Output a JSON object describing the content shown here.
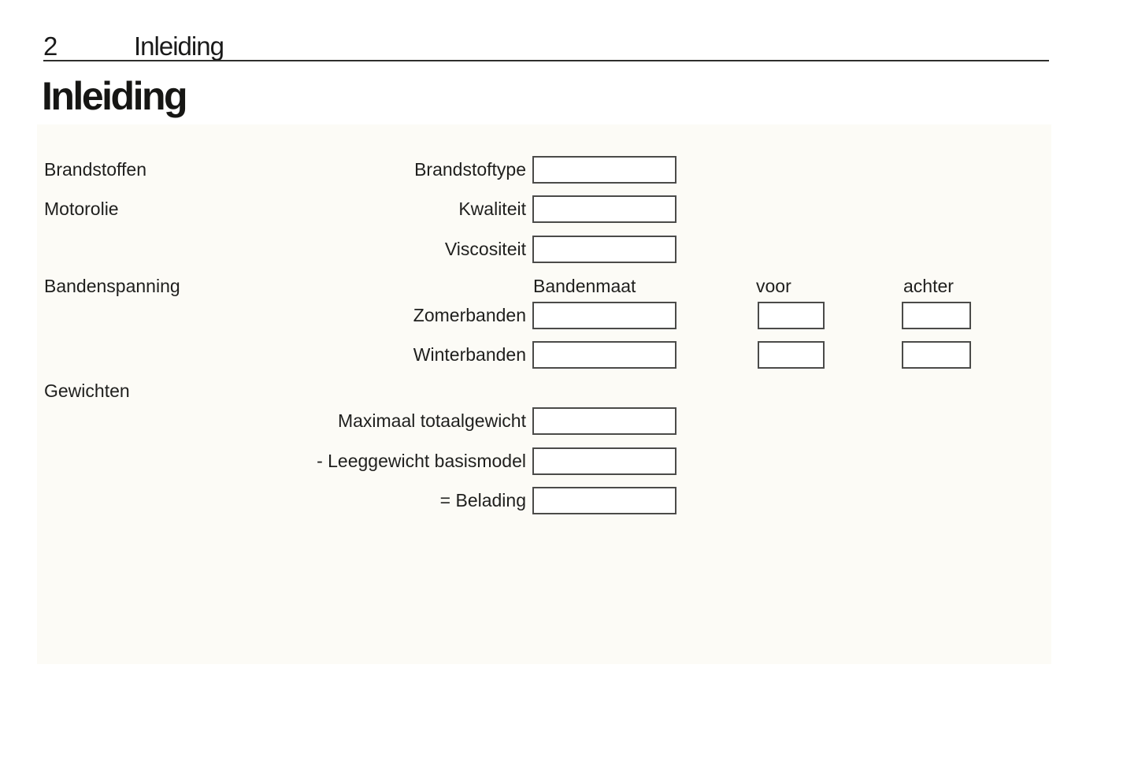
{
  "page": {
    "number": "2",
    "chapter": "Inleiding",
    "title": "Inleiding"
  },
  "colors": {
    "panel_background": "#fcfbf6",
    "box_border": "#4b4b49",
    "text": "#1f1f1d",
    "header_rule": "#2e2e2c"
  },
  "form": {
    "sections": {
      "fuels": "Brandstoffen",
      "engine_oil": "Motorolie",
      "tire_pressure": "Bandenspanning",
      "weights": "Gewichten"
    },
    "columns": {
      "tire_size": "Bandenmaat",
      "front": "voor",
      "rear": "achter"
    },
    "fields": {
      "fuel_type": {
        "label": "Brandstoftype",
        "value": ""
      },
      "oil_quality": {
        "label": "Kwaliteit",
        "value": ""
      },
      "oil_viscosity": {
        "label": "Viscositeit",
        "value": ""
      },
      "summer_tires": {
        "label": "Zomerbanden",
        "size_value": "",
        "front_value": "",
        "rear_value": ""
      },
      "winter_tires": {
        "label": "Winterbanden",
        "size_value": "",
        "front_value": "",
        "rear_value": ""
      },
      "max_total_weight": {
        "label": "Maximaal totaalgewicht",
        "value": ""
      },
      "kerb_weight": {
        "label": "- Leeggewicht basismodel",
        "value": ""
      },
      "payload": {
        "label": "= Belading",
        "value": ""
      }
    }
  }
}
